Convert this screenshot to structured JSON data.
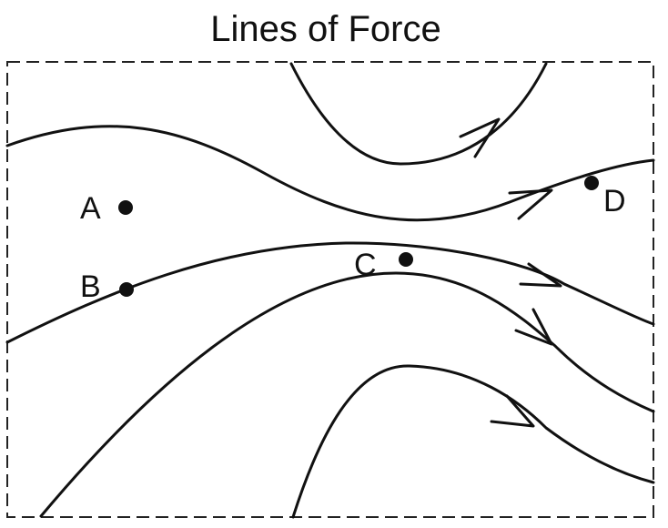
{
  "diagram": {
    "title": "Lines of Force",
    "points": [
      {
        "label": "A"
      },
      {
        "label": "B"
      },
      {
        "label": "C"
      },
      {
        "label": "D"
      }
    ]
  }
}
